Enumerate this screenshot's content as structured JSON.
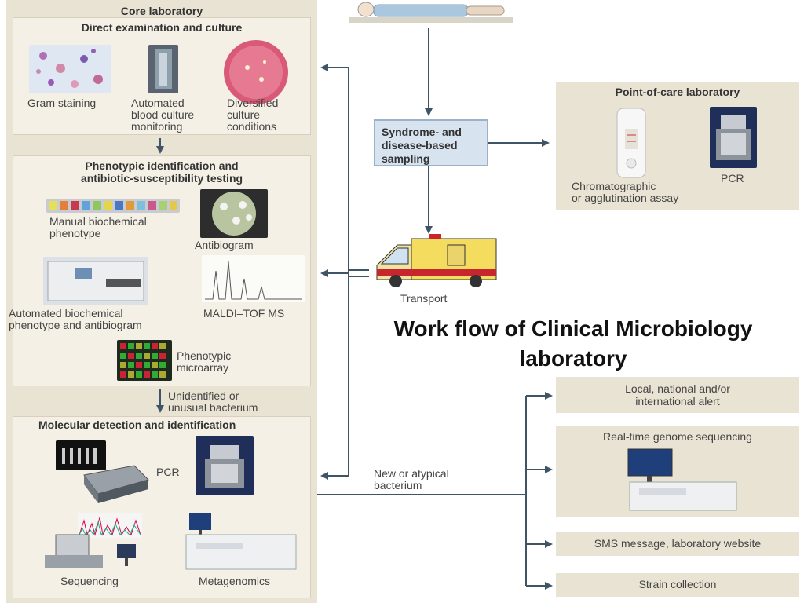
{
  "core": {
    "title": "Core laboratory",
    "direct": {
      "title": "Direct examination and culture",
      "gram": "Gram staining",
      "blood1": "Automated",
      "blood2": "blood culture",
      "blood3": "monitoring",
      "div1": "Diversified",
      "div2": "culture",
      "div3": "conditions"
    },
    "pheno": {
      "title1": "Phenotypic identification and",
      "title2": "antibiotic-susceptibility testing",
      "manual1": "Manual biochemical",
      "manual2": "phenotype",
      "antibiogram": "Antibiogram",
      "auto1": "Automated biochemical",
      "auto2": "phenotype and antibiogram",
      "maldi": "MALDI–TOF MS",
      "micro1": "Phenotypic",
      "micro2": "microarray"
    },
    "unidentified1": "Unidentified or",
    "unidentified2": "unusual bacterium",
    "molecular": {
      "title": "Molecular detection and identification",
      "pcr": "PCR",
      "sequencing": "Sequencing",
      "metagenomics": "Metagenomics"
    }
  },
  "sampling": {
    "line1": "Syndrome- and",
    "line2": "disease-based",
    "line3": "sampling"
  },
  "poc": {
    "title": "Point-of-care laboratory",
    "assay1": "Chromatographic",
    "assay2": "or agglutination assay",
    "pcr": "PCR"
  },
  "transport": "Transport",
  "heading1": "Work flow of Clinical Microbiology",
  "heading2": "laboratory",
  "atypical1": "New or atypical",
  "atypical2": "bacterium",
  "outputs": {
    "alert1": "Local, national and/or",
    "alert2": "international alert",
    "genome": "Real-time genome sequencing",
    "sms": "SMS message, laboratory website",
    "strain": "Strain collection"
  },
  "colors": {
    "arrow": "#3f5566",
    "panel": "#e9e3d4",
    "sampling_fill": "#d7e3ef"
  }
}
